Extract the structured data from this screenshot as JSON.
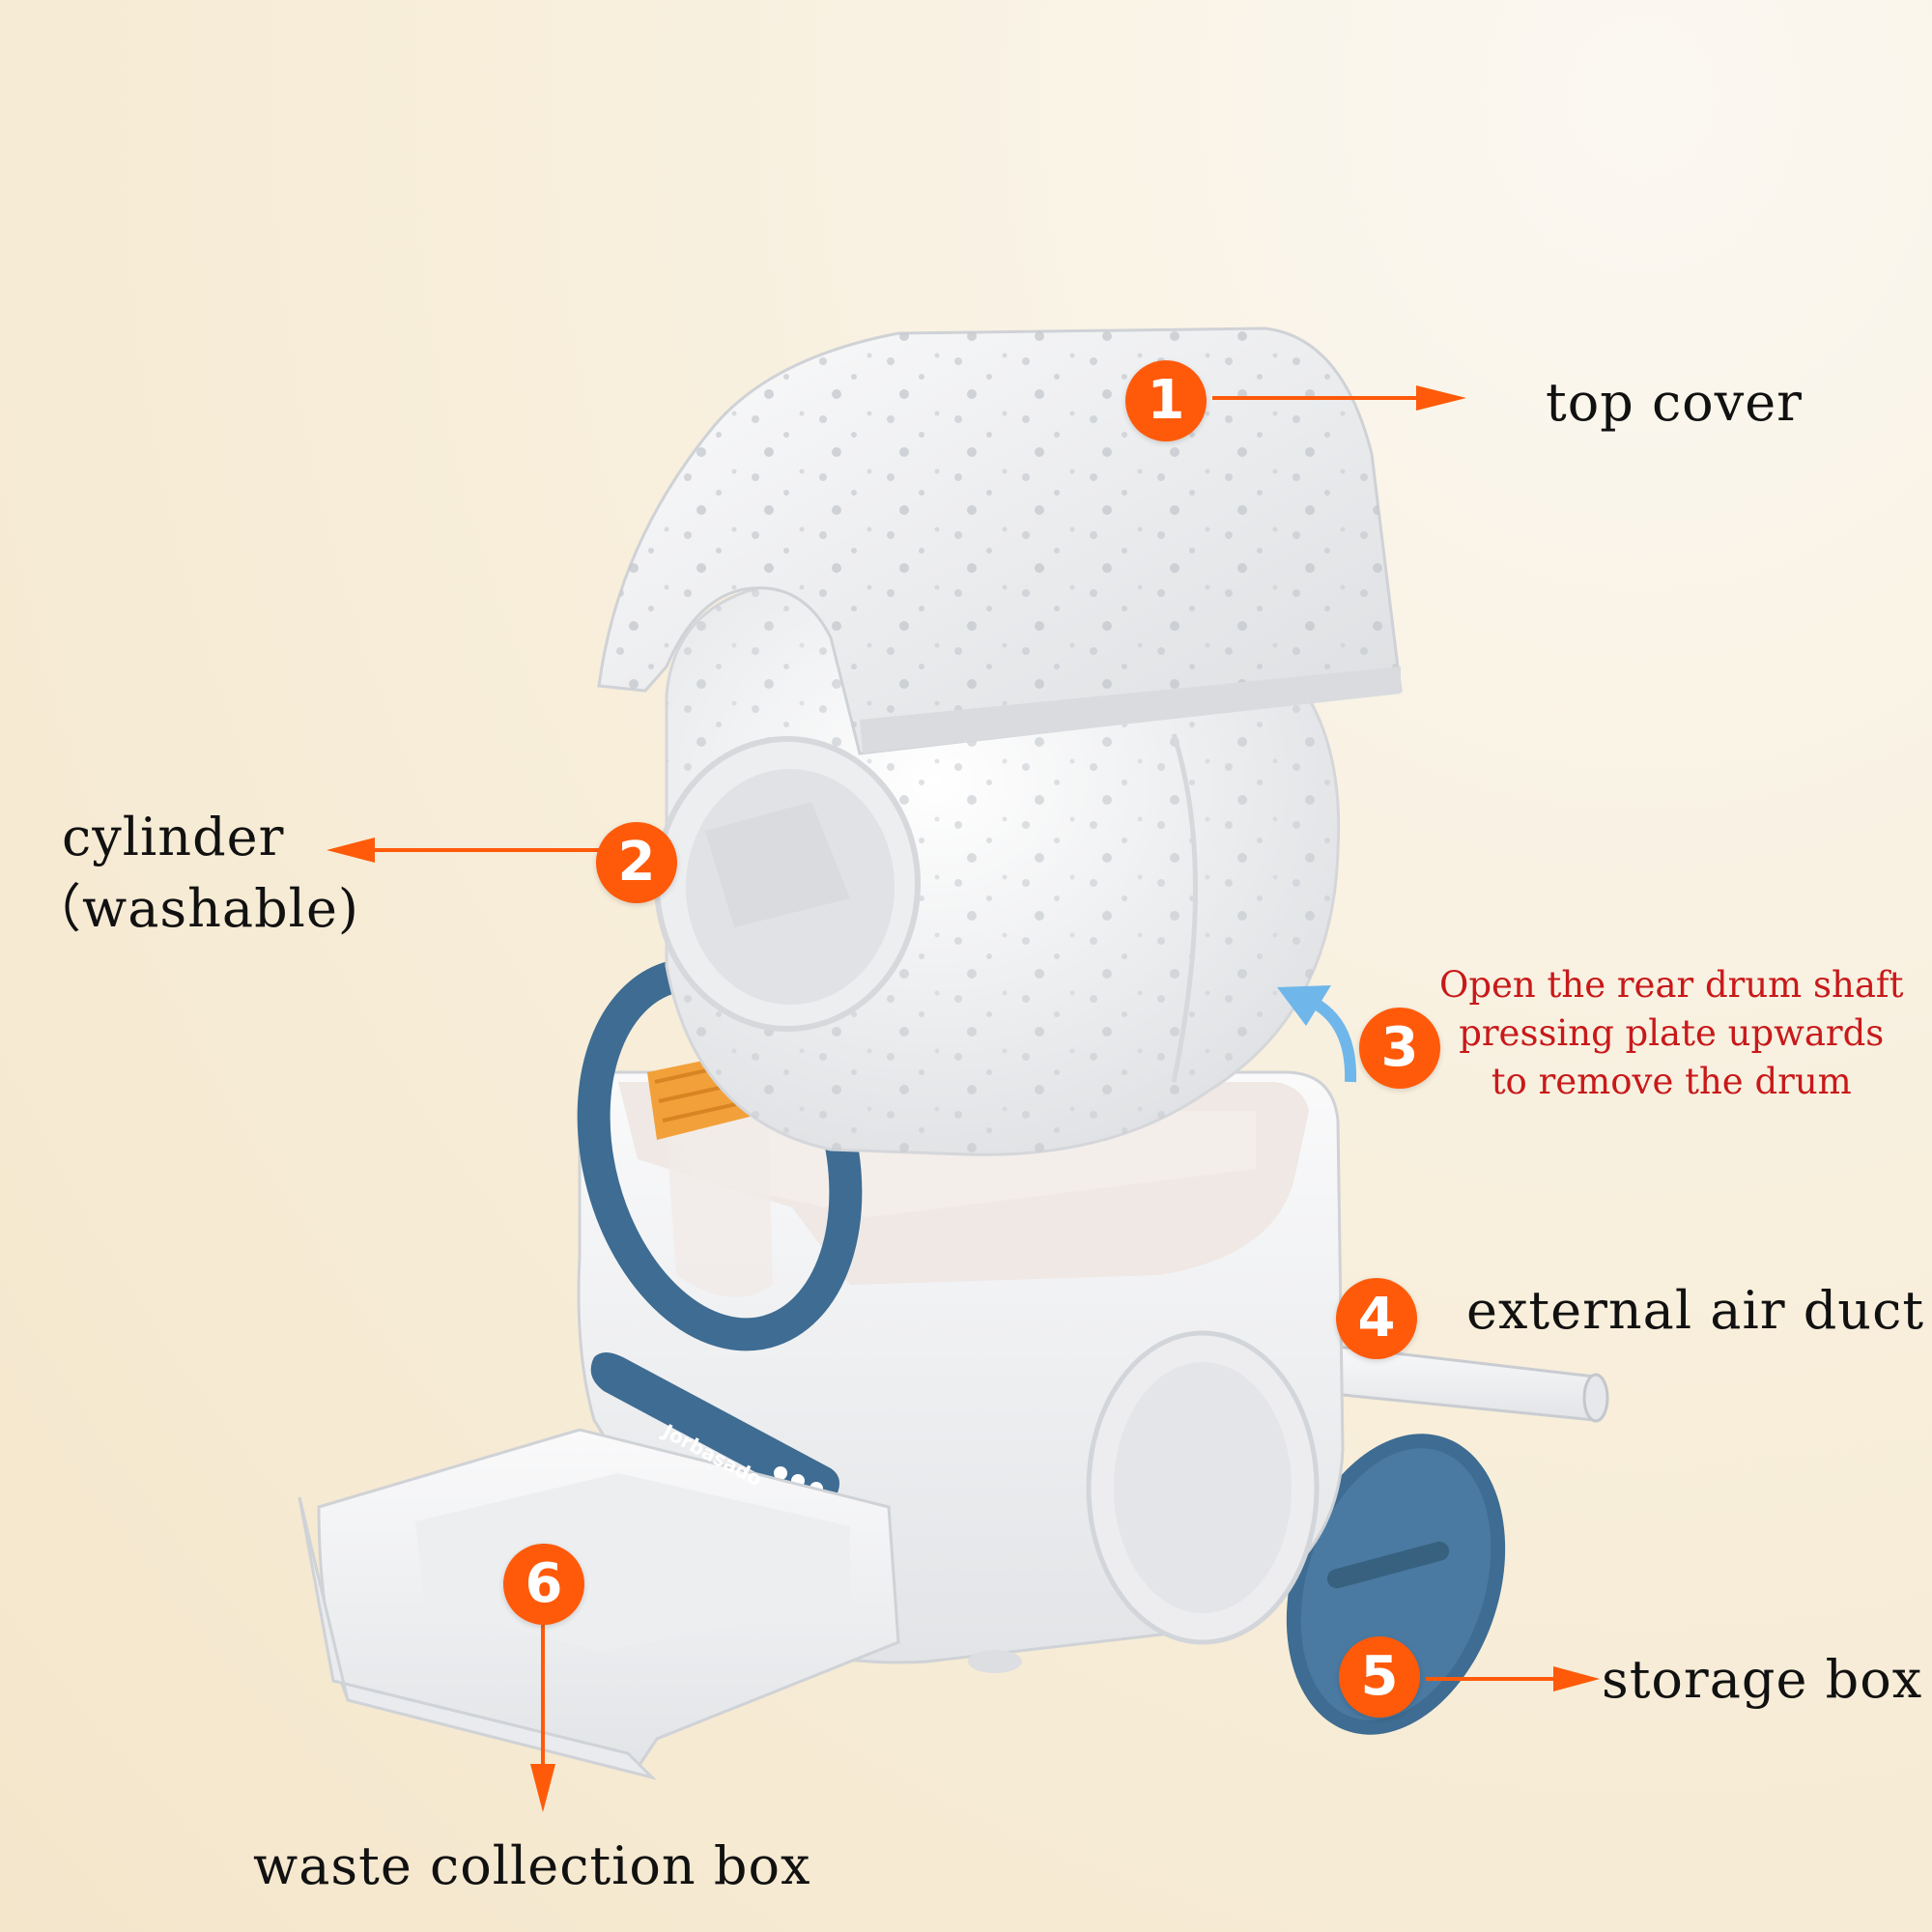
{
  "brand": "Jorbasado",
  "colors": {
    "callout_orange": "#ff5a0a",
    "accent_blue": "#3e6c92",
    "note_red": "#c8191a",
    "drum_white": "#f3f4f5",
    "filter_orange": "#f2a13a"
  },
  "parts": [
    {
      "number": "1",
      "label": "top cover"
    },
    {
      "number": "2",
      "label_lines": [
        "cylinder",
        "（washable)"
      ]
    },
    {
      "number": "3",
      "note_lines": [
        "Open the rear drum shaft",
        "pressing plate upwards",
        "to remove the drum"
      ]
    },
    {
      "number": "4",
      "label": "external air duct"
    },
    {
      "number": "5",
      "label": "storage box"
    },
    {
      "number": "6",
      "label": "waste collection box"
    }
  ]
}
